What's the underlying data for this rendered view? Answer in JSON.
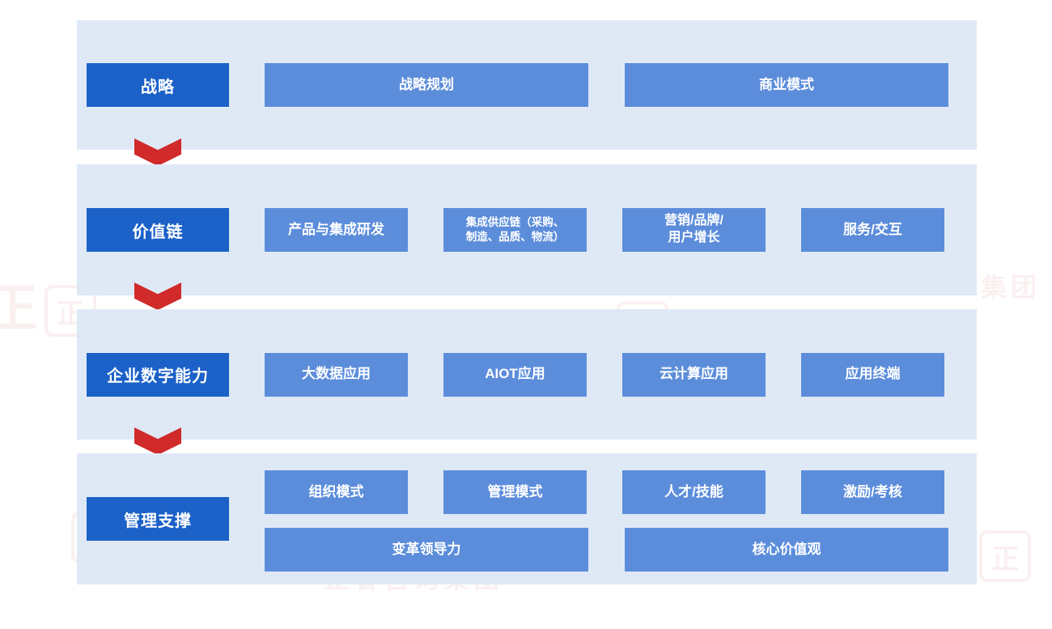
{
  "colors": {
    "band_background": "#dfe9f6",
    "label_blue": "#1b61c8",
    "cell_blue": "#5c8ddb",
    "arrow_red": "#d02a2a",
    "text": "#ffffff"
  },
  "watermark": {
    "logo_char": "正",
    "text": "正睿咨询集团",
    "text_short": "集团"
  },
  "rows": [
    {
      "label": "战略",
      "cells": [
        "战略规划",
        "商业模式"
      ]
    },
    {
      "label": "价值链",
      "cells": [
        "产品与集成研发",
        "集成供应链（采购、\n制造、品质、物流）",
        "营销/品牌/\n用户增长",
        "服务/交互"
      ]
    },
    {
      "label": "企业数字能力",
      "cells": [
        "大数据应用",
        "AIOT应用",
        "云计算应用",
        "应用终端"
      ]
    },
    {
      "label": "管理支撑",
      "cells": [
        "组织模式",
        "管理模式",
        "人才/技能",
        "激励/考核"
      ],
      "cells_bottom": [
        "变革领导力",
        "核心价值观"
      ]
    }
  ]
}
